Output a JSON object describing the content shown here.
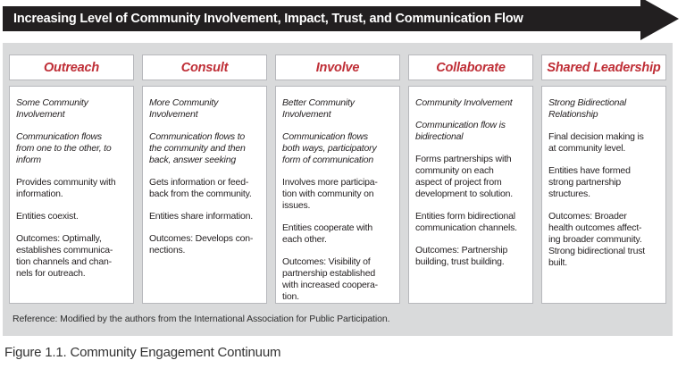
{
  "banner": {
    "title": "Increasing Level of Community Involvement, Impact, Trust, and Communication Flow"
  },
  "colors": {
    "banner_black": "#221f20",
    "panel_gray": "#d9dadb",
    "box_border": "#b7b8bc",
    "heading_red": "#bf2e36",
    "body_text": "#231f20"
  },
  "columns": [
    {
      "title": "Outreach",
      "paragraphs": [
        {
          "italic": true,
          "text": "Some Community\nInvolvement"
        },
        {
          "italic": true,
          "text": "Communication flows\nfrom one to the other, to\ninform"
        },
        {
          "italic": false,
          "text": "Provides community with\ninformation."
        },
        {
          "italic": false,
          "text": "Entities coexist."
        },
        {
          "italic": false,
          "text": "Outcomes: Optimally,\nestablishes communica-\ntion channels and chan-\nnels for outreach."
        }
      ]
    },
    {
      "title": "Consult",
      "paragraphs": [
        {
          "italic": true,
          "text": "More Community\nInvolvement"
        },
        {
          "italic": true,
          "text": "Communication flows to\nthe community and then\nback, answer seeking"
        },
        {
          "italic": false,
          "text": "Gets information or feed-\nback from the community."
        },
        {
          "italic": false,
          "text": "Entities share information."
        },
        {
          "italic": false,
          "text": "Outcomes: Develops con-\nnections."
        }
      ]
    },
    {
      "title": "Involve",
      "paragraphs": [
        {
          "italic": true,
          "text": "Better Community\nInvolvement"
        },
        {
          "italic": true,
          "text": "Communication flows\nboth ways, participatory\nform of communication"
        },
        {
          "italic": false,
          "text": "Involves more participa-\ntion with community on\nissues."
        },
        {
          "italic": false,
          "text": "Entities cooperate with\neach other."
        },
        {
          "italic": false,
          "text": "Outcomes: Visibility of\npartnership established\nwith increased coopera-\ntion."
        }
      ]
    },
    {
      "title": "Collaborate",
      "paragraphs": [
        {
          "italic": true,
          "text": "Community Involvement"
        },
        {
          "italic": true,
          "text": "Communication flow is\nbidirectional"
        },
        {
          "italic": false,
          "text": "Forms partnerships with\ncommunity on each\naspect of project from\ndevelopment to solution."
        },
        {
          "italic": false,
          "text": "Entities form bidirectional\ncommunication channels."
        },
        {
          "italic": false,
          "text": "Outcomes: Partnership\nbuilding, trust building."
        }
      ]
    },
    {
      "title": "Shared Leadership",
      "paragraphs": [
        {
          "italic": true,
          "text": "Strong Bidirectional\nRelationship"
        },
        {
          "italic": false,
          "text": "Final decision making is\nat community level."
        },
        {
          "italic": false,
          "text": "Entities have formed\nstrong partnership\nstructures."
        },
        {
          "italic": false,
          "text": "Outcomes: Broader\nhealth outcomes affect-\ning broader community.\nStrong bidirectional trust\nbuilt."
        }
      ]
    }
  ],
  "reference": "Reference: Modified by the authors from the International Association for Public Participation.",
  "caption": "Figure 1.1. Community Engagement Continuum"
}
